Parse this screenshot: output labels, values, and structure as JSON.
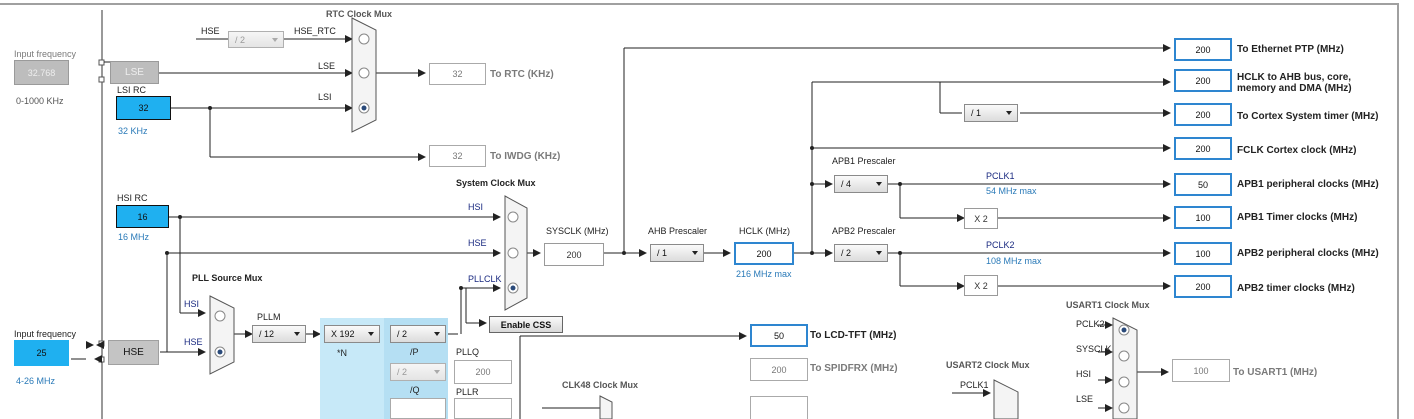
{
  "rtc": {
    "mux_title": "RTC Clock Mux",
    "hse_label": "HSE",
    "div_value": "/ 2",
    "hse_rtc_label": "HSE_RTC",
    "lse_label": "LSE",
    "lsi_label": "LSI",
    "rtc_value": "32",
    "rtc_dest": "To RTC (KHz)",
    "iwdg_value": "32",
    "iwdg_dest": "To IWDG (KHz)"
  },
  "lse_input": {
    "title": "Input frequency",
    "value": "32.768",
    "range": "0-1000 KHz",
    "block": "LSE"
  },
  "lsi": {
    "title": "LSI RC",
    "value": "32",
    "freq": "32 KHz"
  },
  "hsi": {
    "title": "HSI RC",
    "value": "16",
    "freq": "16 MHz"
  },
  "hse_input": {
    "title": "Input frequency",
    "value": "25",
    "range": "4-26 MHz",
    "block": "HSE"
  },
  "pll": {
    "source_mux_title": "PLL Source Mux",
    "hsi_label": "HSI",
    "hse_label": "HSE",
    "pllm_label": "PLLM",
    "pllm_value": "/ 12",
    "pll_n_value": "X 192",
    "n_label": "*N",
    "p_value": "/ 2",
    "p_label": "/P",
    "q_value": "/ 2",
    "q_label": "/Q",
    "pllq_label": "PLLQ",
    "pllq_value": "200",
    "pllr_label": "PLLR"
  },
  "system": {
    "mux_title": "System Clock Mux",
    "hsi_label": "HSI",
    "hse_label": "HSE",
    "pllclk_label": "PLLCLK",
    "enable_css": "Enable CSS",
    "sysclk_label": "SYSCLK (MHz)",
    "sysclk_value": "200",
    "ahb_label": "AHB Prescaler",
    "ahb_value": "/ 1",
    "hclk_label": "HCLK (MHz)",
    "hclk_value": "200",
    "hclk_max": "216 MHz max"
  },
  "apb": {
    "apb1_label": "APB1 Prescaler",
    "apb1_value": "/ 4",
    "pclk1_label": "PCLK1",
    "pclk1_max": "54 MHz max",
    "apb2_label": "APB2 Prescaler",
    "apb2_value": "/ 2",
    "pclk2_label": "PCLK2",
    "pclk2_max": "108 MHz max",
    "x2_1": "X 2",
    "x2_2": "X 2",
    "cortex_div": "/ 1"
  },
  "outputs": [
    {
      "value": "200",
      "label": "To Ethernet PTP (MHz)"
    },
    {
      "value": "200",
      "label": "HCLK to AHB bus, core,",
      "label2": "memory and DMA (MHz)"
    },
    {
      "value": "200",
      "label": "To Cortex System timer (MHz)"
    },
    {
      "value": "200",
      "label": "FCLK Cortex clock (MHz)"
    },
    {
      "value": "50",
      "label": "APB1 peripheral clocks (MHz)"
    },
    {
      "value": "100",
      "label": "APB1 Timer clocks (MHz)"
    },
    {
      "value": "100",
      "label": "APB2 peripheral clocks (MHz)"
    },
    {
      "value": "200",
      "label": "APB2 timer clocks (MHz)"
    }
  ],
  "lower": {
    "lcd_value": "50",
    "lcd_label": "To LCD-TFT (MHz)",
    "spdif_value": "200",
    "spdif_label": "To SPIDFRX (MHz)",
    "clk48_title": "CLK48 Clock Mux",
    "usart2_title": "USART2 Clock Mux",
    "usart2_pclk1": "PCLK1",
    "usart1_title": "USART1 Clock Mux",
    "usart1_pclk2": "PCLK2",
    "usart1_sysclk": "SYSCLK",
    "usart1_hsi": "HSI",
    "usart1_lse": "LSE",
    "usart1_value": "100",
    "usart1_label": "To USART1 (MHz)"
  },
  "colors": {
    "accent_input": "#1fb0f0",
    "output_border": "#2e86d0",
    "max_text": "#2a7ab8"
  }
}
